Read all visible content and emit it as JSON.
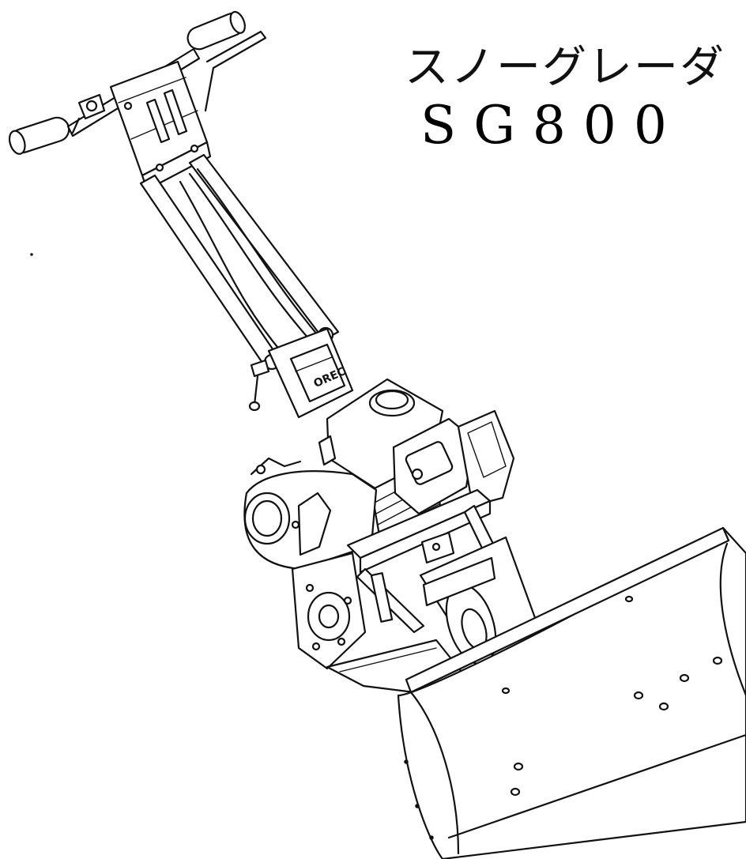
{
  "title": {
    "line1": "スノーグレーダ",
    "line2": "SG800"
  },
  "machine": {
    "badge_brand": "OREC"
  },
  "colors": {
    "ink": "#111111",
    "paper": "#ffffff"
  }
}
